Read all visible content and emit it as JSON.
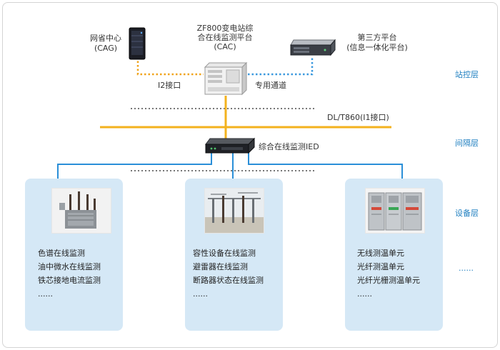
{
  "top": {
    "cag_label": [
      "网省中心",
      "(CAG)"
    ],
    "cac_label": [
      "ZF800变电站综",
      "合在线监测平台",
      "(CAC)"
    ],
    "third_party_label": [
      "第三方平台",
      "(信息一体化平台)"
    ],
    "i2_label": "I2接口",
    "private_label": "专用通道"
  },
  "bus": {
    "protocol_label": "DL/T860(I1接口)"
  },
  "ied": {
    "label": "综合在线监测IED"
  },
  "layers": {
    "station": "站控层",
    "bay": "间隔层",
    "device": "设备层"
  },
  "panels": [
    {
      "items": [
        "色谱在线监测",
        "油中微水在线监测",
        "铁芯接地电流监测",
        "......"
      ]
    },
    {
      "items": [
        "容性设备在线监测",
        "避雷器在线监测",
        "断路器状态在线监测",
        "......"
      ]
    },
    {
      "items": [
        "无线测温单元",
        "光纤测温单元",
        "光纤光栅测温单元",
        "......"
      ]
    }
  ],
  "more_label": "......",
  "colors": {
    "bus": "#f3b21e",
    "link_blue": "#2a8fd8",
    "dotted_orange": "#f0a31b",
    "dotted_blue": "#3a98de",
    "layer_text": "#1f7fc0",
    "panel_bg": "#d5e8f6"
  }
}
